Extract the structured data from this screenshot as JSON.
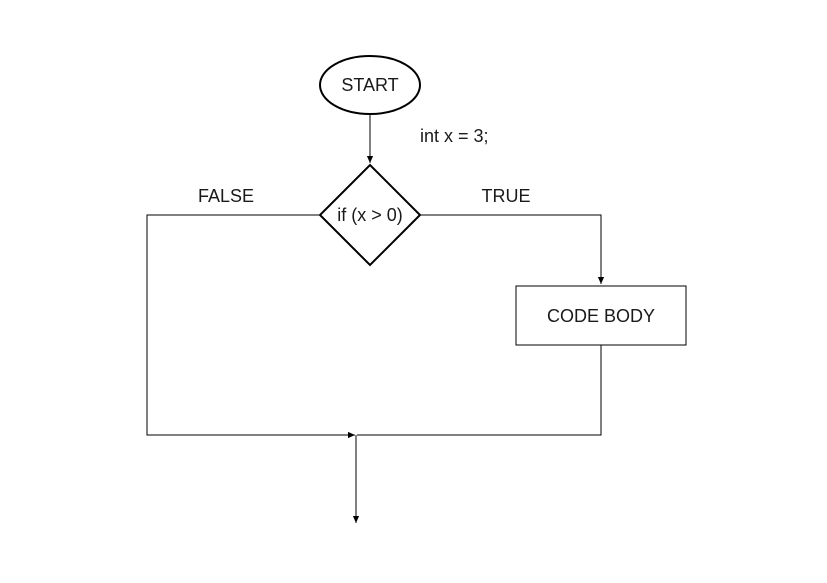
{
  "nodes": {
    "start": {
      "label": "START",
      "shape": "ellipse"
    },
    "decision": {
      "label": "if (x > 0)",
      "shape": "diamond"
    },
    "code_body": {
      "label": "CODE BODY",
      "shape": "rectangle"
    }
  },
  "annotations": {
    "init": "int x = 3;"
  },
  "edges": {
    "true_label": "TRUE",
    "false_label": "FALSE"
  },
  "colors": {
    "stroke": "#000000",
    "fill": "#ffffff",
    "text": "#1a1a1a"
  }
}
